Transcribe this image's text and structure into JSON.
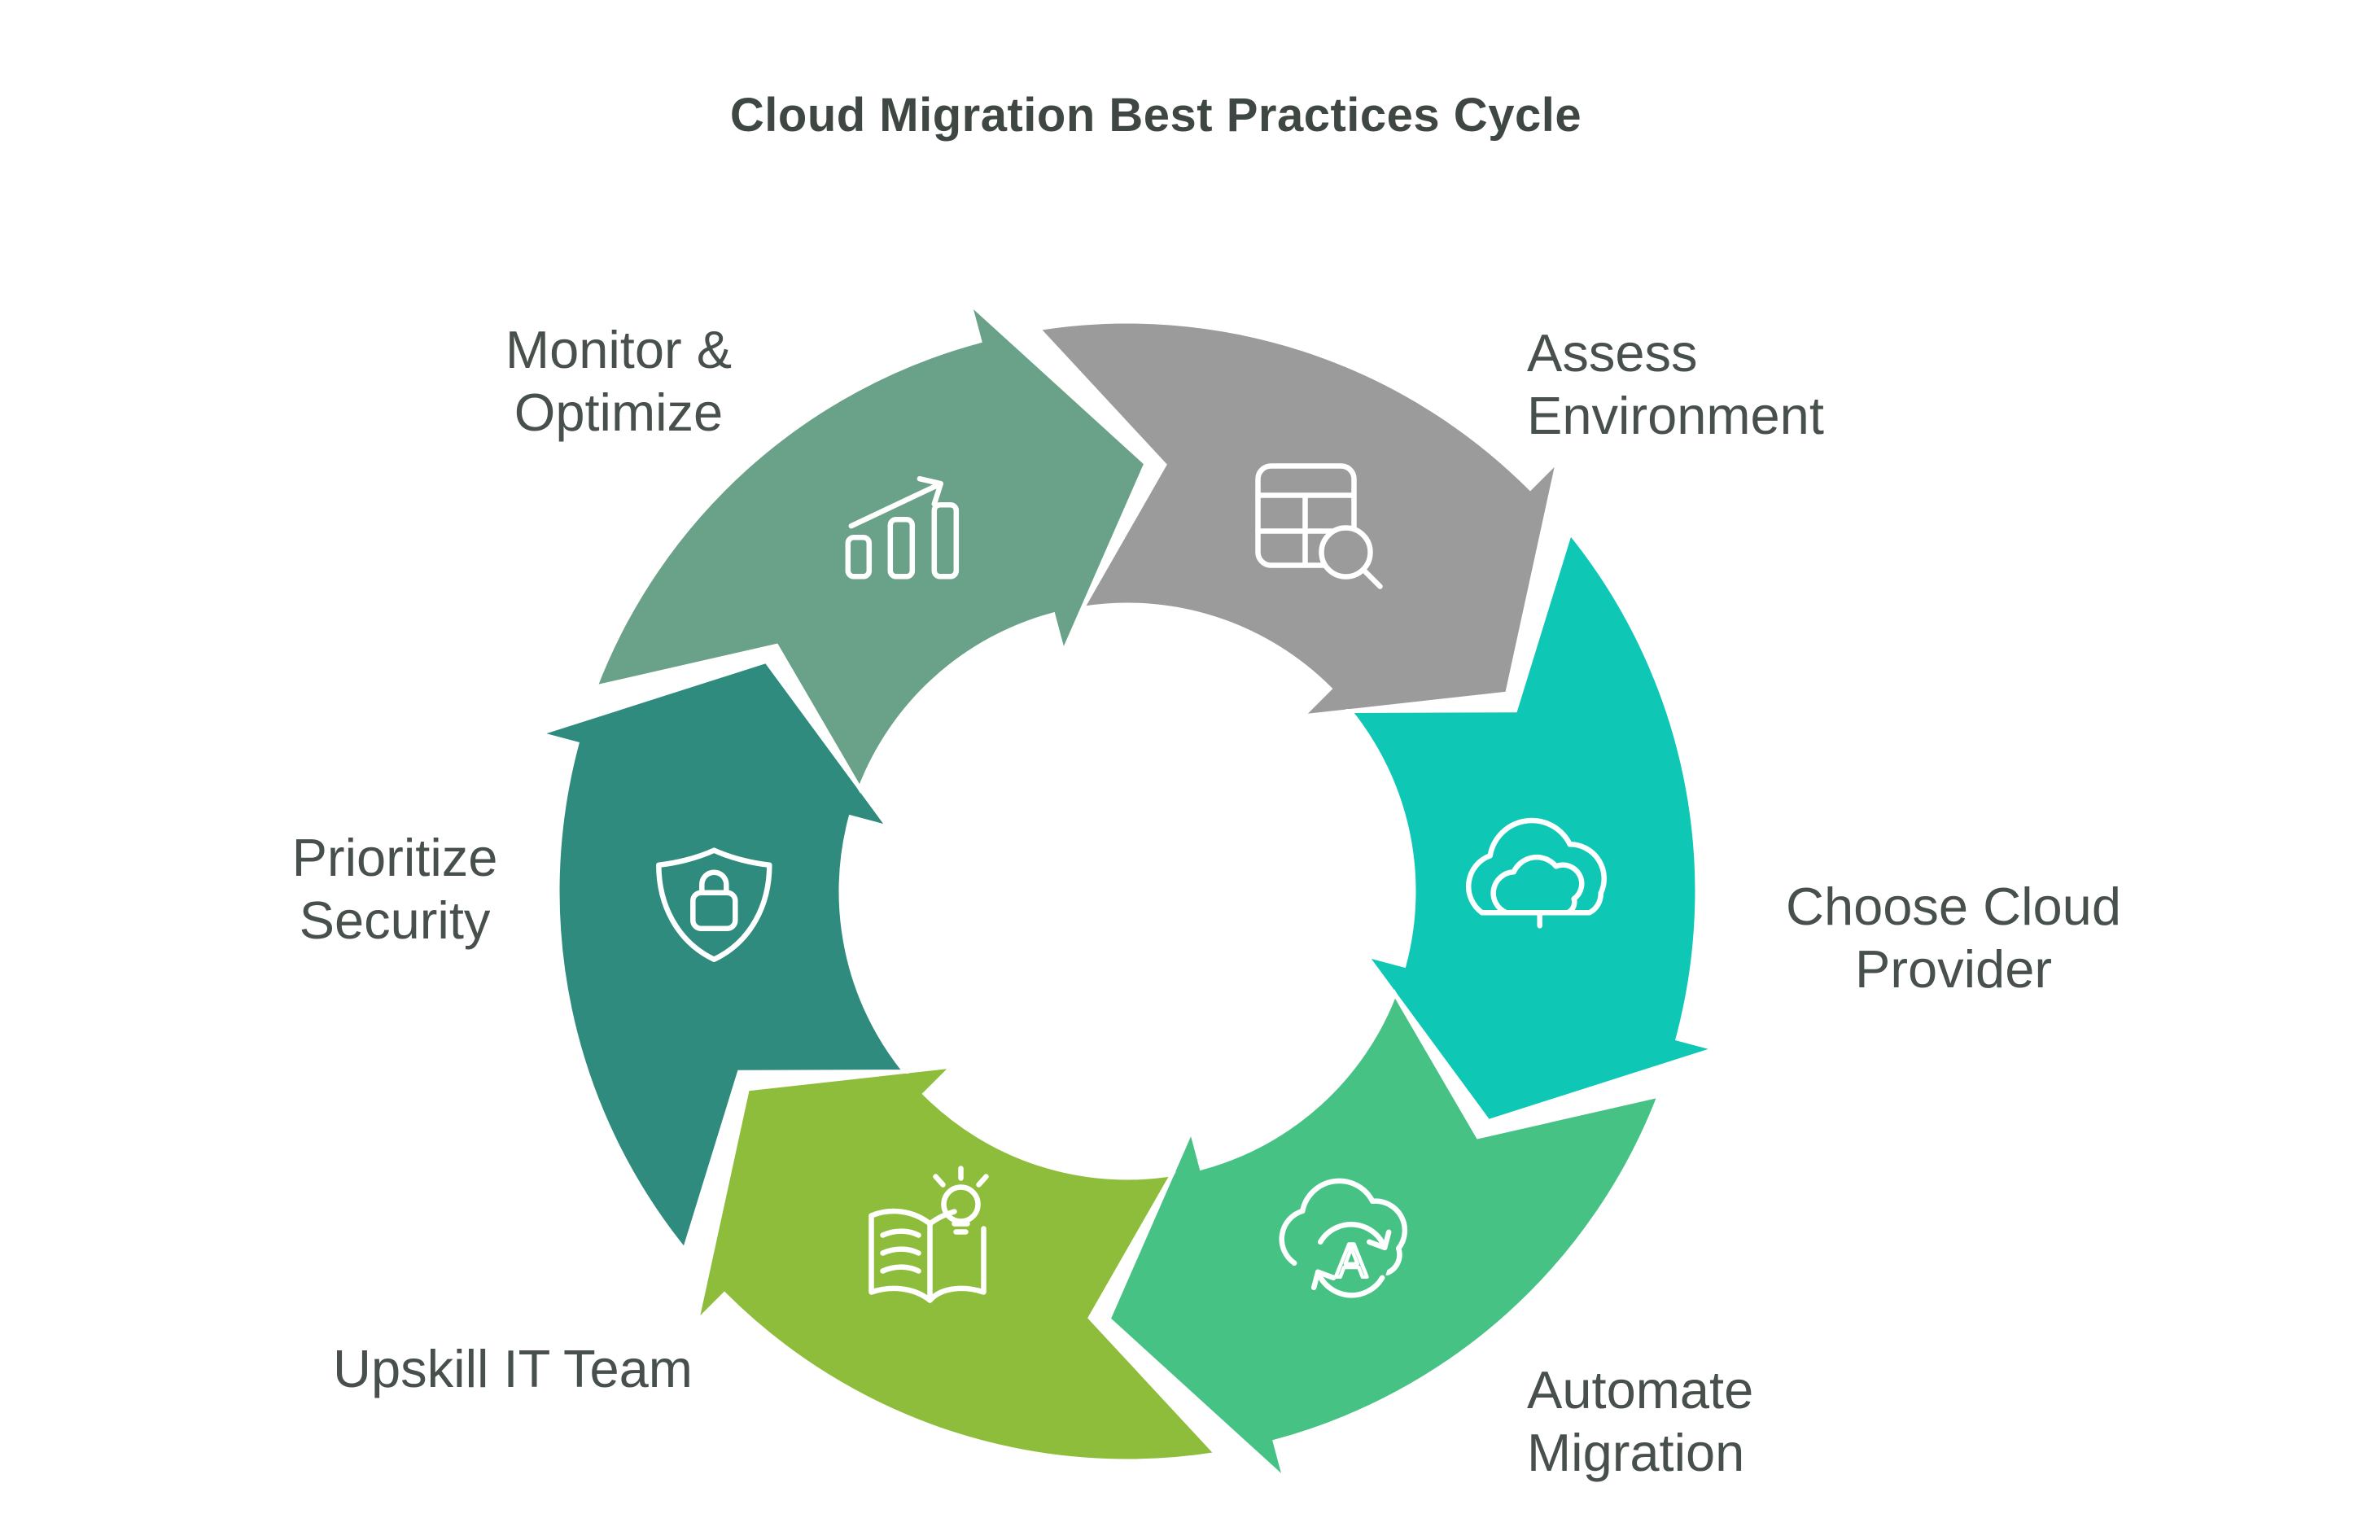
{
  "title": "Cloud Migration Best Practices Cycle",
  "colors": {
    "background": "#FFFFFF",
    "title_text": "#3E4742",
    "label_text": "#47504B",
    "icon_stroke": "#FFFFFF",
    "segment_outline": "#FFFFFF"
  },
  "cycle": {
    "direction": "clockwise",
    "segment_count": 6
  },
  "steps": [
    {
      "id": "assess-environment",
      "label": "Assess\nEnvironment",
      "color": "#9B9B9B",
      "icon": "table-search",
      "position": "top-right"
    },
    {
      "id": "choose-cloud-provider",
      "label": "Choose Cloud\nProvider",
      "color": "#0FC7B5",
      "icon": "cloud-select",
      "position": "right"
    },
    {
      "id": "automate-migration",
      "label": "Automate\nMigration",
      "color": "#47C285",
      "icon": "cloud-automate",
      "position": "bottom-right"
    },
    {
      "id": "upskill-it-team",
      "label": "Upskill IT Team",
      "color": "#8EBD3C",
      "icon": "book-lightbulb",
      "position": "bottom-left"
    },
    {
      "id": "prioritize-security",
      "label": "Prioritize\nSecurity",
      "color": "#2E8B7D",
      "icon": "shield-lock",
      "position": "left"
    },
    {
      "id": "monitor-optimize",
      "label": "Monitor &\nOptimize",
      "color": "#69A189",
      "icon": "growth-chart",
      "position": "top-left"
    }
  ]
}
